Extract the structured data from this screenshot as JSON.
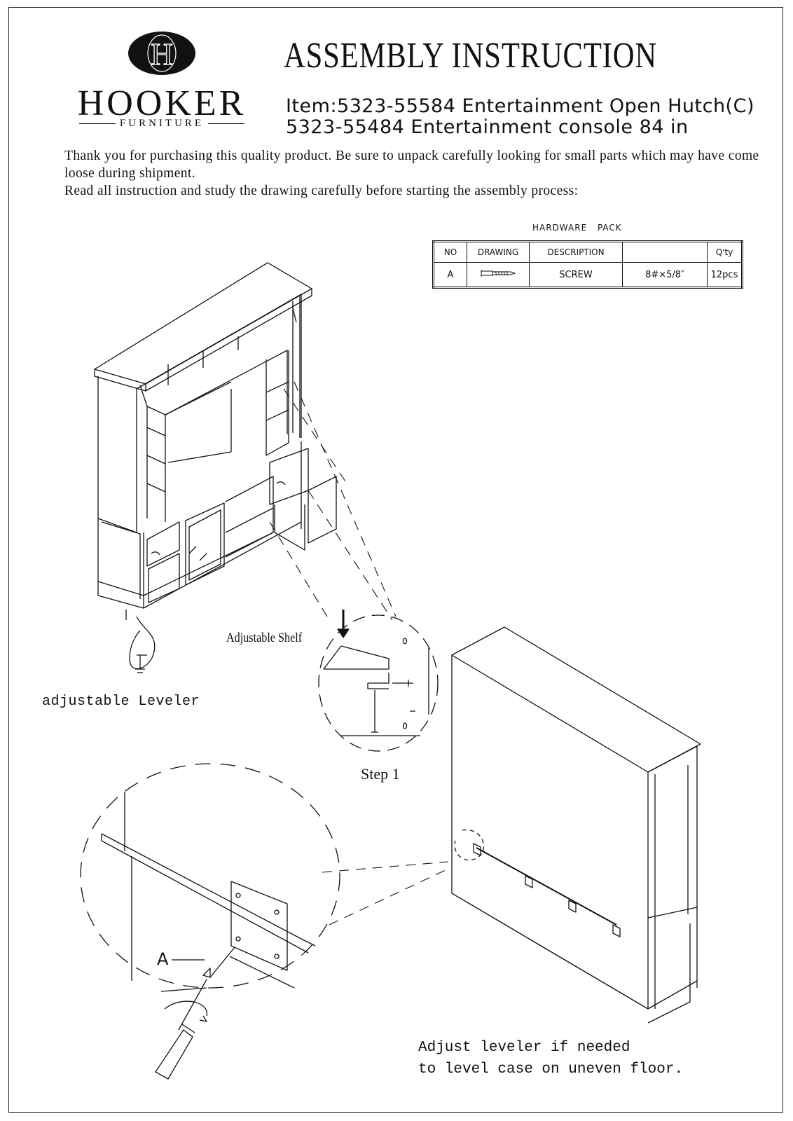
{
  "header": {
    "brand_name": "HOOKER",
    "brand_sub": "FURNITURE",
    "logo_letter": "H",
    "title": "ASSEMBLY INSTRUCTION",
    "item_line1": "Item:5323-55584 Entertainment Open Hutch(C)",
    "item_line2": "5323-55484 Entertainment console 84 in"
  },
  "intro": {
    "para1": "Thank you for purchasing this quality product. Be sure to unpack carefully looking for small parts which may have come loose during shipment.",
    "para2": "Read all instruction and study the drawing carefully before starting the assembly process:"
  },
  "hardware_pack": {
    "title": "HARDWARE PACK",
    "headers": [
      "NO",
      "DRAWING",
      "DESCRIPTION",
      "",
      "Q'ty"
    ],
    "rows": [
      {
        "no": "A",
        "description": "SCREW",
        "size": "8#×5/8″",
        "qty": "12pcs"
      }
    ]
  },
  "labels": {
    "adjustable_shelf": "Adjustable Shelf",
    "adjustable_leveler": "adjustable Leveler",
    "step1": "Step 1",
    "part_a": "A",
    "note_line1": "Adjust leveler if needed",
    "note_line2": "to level case on uneven floor."
  }
}
